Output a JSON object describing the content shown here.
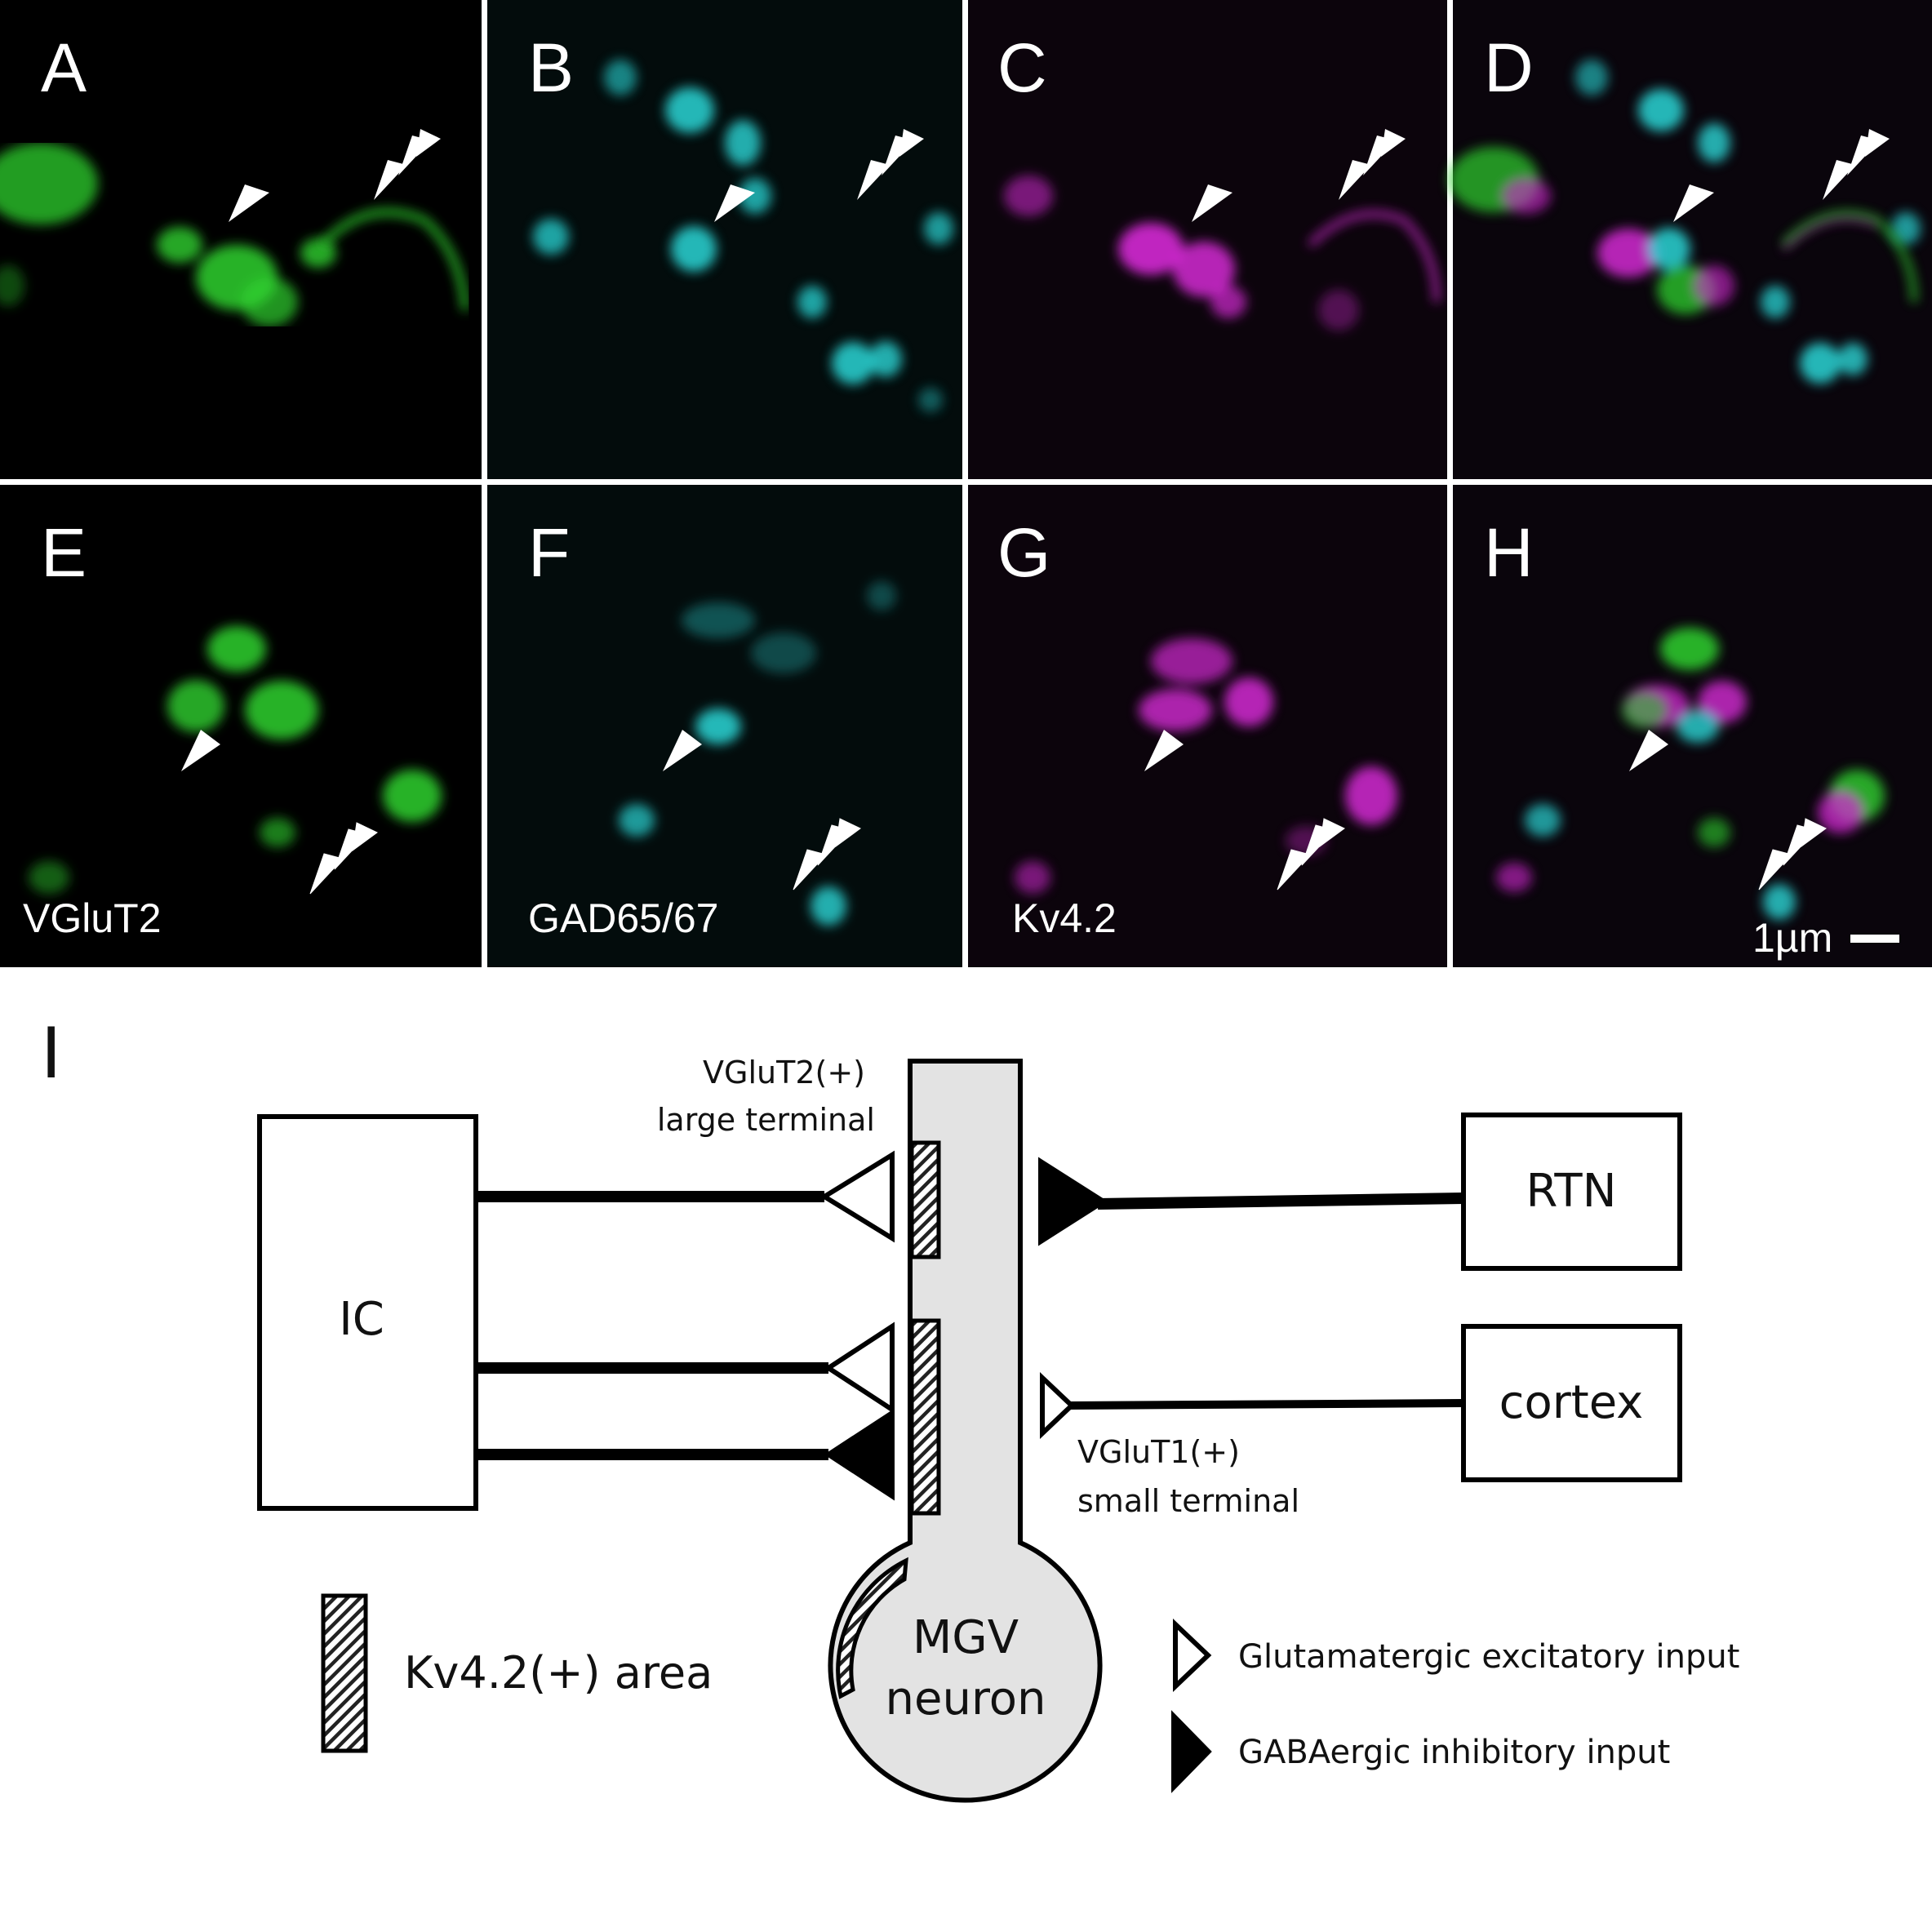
{
  "panels": [
    {
      "letter": "A",
      "channel": "green"
    },
    {
      "letter": "B",
      "channel": "cyan"
    },
    {
      "letter": "C",
      "channel": "magenta"
    },
    {
      "letter": "D",
      "channel": "merge"
    },
    {
      "letter": "E",
      "channel": "green",
      "label": "VGluT2"
    },
    {
      "letter": "F",
      "channel": "cyan",
      "label": "GAD65/67"
    },
    {
      "letter": "G",
      "channel": "magenta",
      "label": "Kv4.2"
    },
    {
      "letter": "H",
      "channel": "merge"
    }
  ],
  "scale_bar": "1µm",
  "colors": {
    "vglut2": "#2fd12f",
    "gad": "#2ad6d6",
    "kv42": "#d42ad4",
    "neuron_fill": "#e3e3e3",
    "black": "#000000"
  },
  "diagram": {
    "panel_letter": "I",
    "ic": "IC",
    "rtn": "RTN",
    "cortex": "cortex",
    "neuron_line1": "MGV",
    "neuron_line2": "neuron",
    "vglut2_line1": "VGluT2(+)",
    "vglut2_line2": "large terminal",
    "vglut1_line1": "VGluT1(+)",
    "vglut1_line2": "small terminal",
    "legend_kv": "Kv4.2(+) area",
    "legend_exc": "Glutamatergic excitatory input",
    "legend_inh": "GABAergic inhibitory input"
  }
}
